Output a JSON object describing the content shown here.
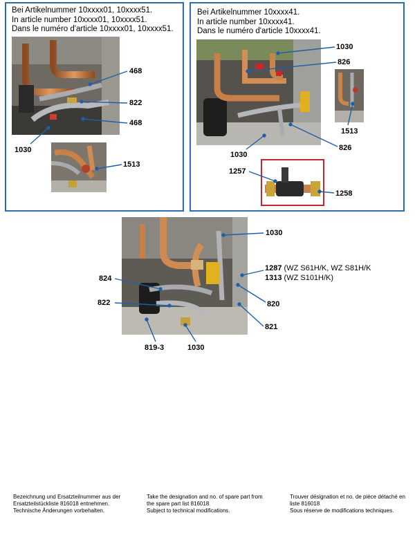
{
  "panel_left": {
    "header": [
      "Bei Artikelnummer 10xxxx01, 10xxxx51.",
      "In article number 10xxxx01, 10xxxx51.",
      "Dans le numéro d'article 10xxxx01, 10xxxx51."
    ],
    "labels": {
      "l468a": "468",
      "l822": "822",
      "l468b": "468",
      "l1030": "1030",
      "l1513": "1513"
    }
  },
  "panel_right": {
    "header": [
      "Bei Artikelnummer 10xxxx41.",
      "In article number 10xxxx41.",
      "Dans le numéro d'article 10xxxx41."
    ],
    "labels": {
      "l1030a": "1030",
      "l826a": "826",
      "l1513": "1513",
      "l826b": "826",
      "l1030b": "1030",
      "l1257": "1257",
      "l1258": "1258"
    }
  },
  "panel_bottom": {
    "labels": {
      "l1030a": "1030",
      "l1287_bold": "1287",
      "l1287_rest": " (WZ S61H/K, WZ S81H/K",
      "l1313_bold": "1313",
      "l1313_rest": " (WZ S101H/K)",
      "l824": "824",
      "l822": "822",
      "l820": "820",
      "l821": "821",
      "l819": "819-3",
      "l1030b": "1030"
    }
  },
  "footer": {
    "de": [
      "Bezeichnung und Ersatzteilnummer aus der",
      "Ersatzteilstückliste 816018 entnehmen.",
      "Technische Änderungen vorbehalten."
    ],
    "en": [
      "Take the designation and no. of spare part from",
      "the spare part list 816018",
      "Subject to technical modifications."
    ],
    "fr": [
      "Trouver désignation et no. de pièce détaché en",
      "liste 816018",
      "Sous réserve de modifications techniques."
    ]
  },
  "colors": {
    "frame_blue": "#2a6db0",
    "leader_blue": "#1f5fa8",
    "highlight_red": "#c8262b"
  }
}
